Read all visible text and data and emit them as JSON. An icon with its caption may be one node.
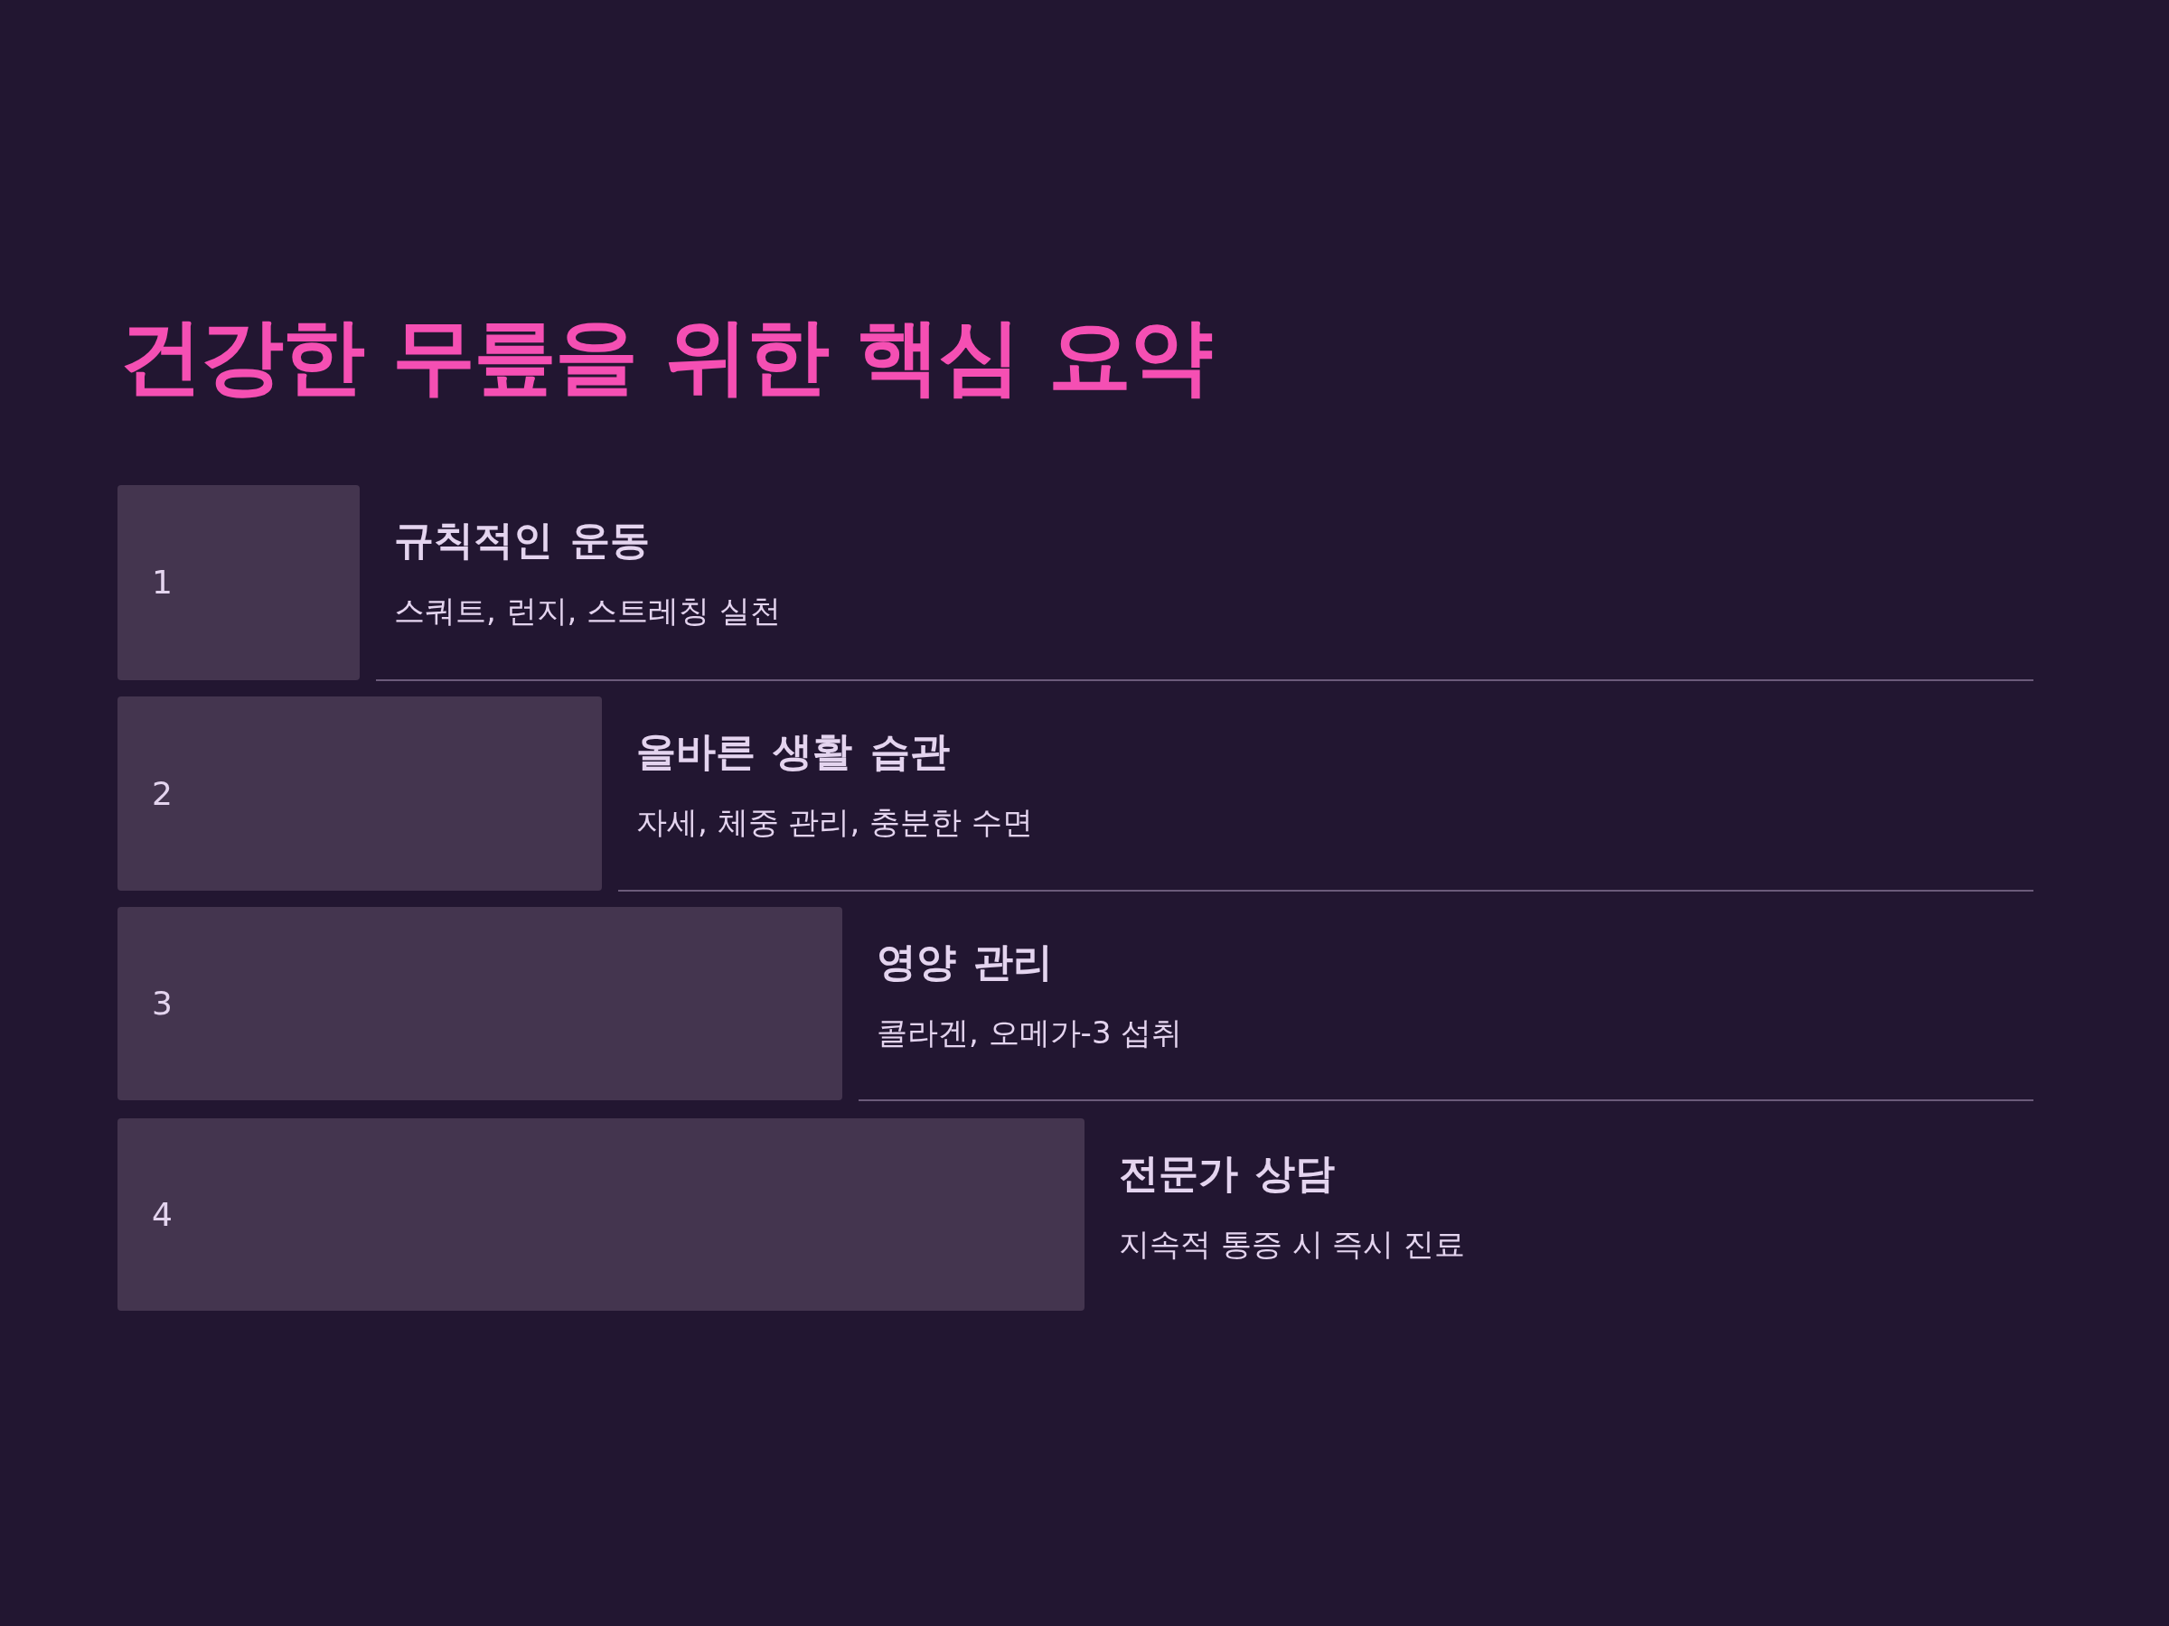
{
  "diagram": {
    "title": "건강한 무릎을 위한 핵심 요약",
    "nodes": [
      {
        "text": [
          "1"
        ],
        "beside": [
          "규칙적인 운동",
          "스쿼트, 런지, 스트레칭 실천"
        ]
      },
      {
        "text": [
          "2"
        ],
        "beside": [
          "올바른 생활 습관",
          "자세, 체중 관리, 충분한 수면"
        ]
      },
      {
        "text": [
          "3"
        ],
        "beside": [
          "영양 관리",
          "콜라겐, 오메가-3 섭취"
        ]
      },
      {
        "text": [
          "4"
        ],
        "beside": [
          "전문가 상담",
          "지속적 통증 시 즉시 진료"
        ]
      }
    ]
  }
}
